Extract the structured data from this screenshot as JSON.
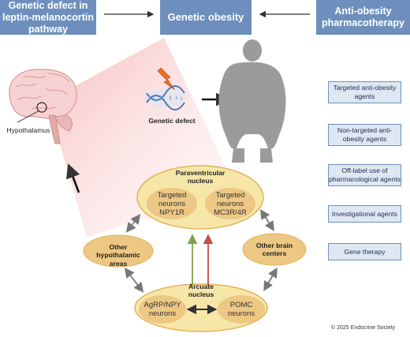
{
  "header": {
    "left": "Genetic defect in leptin-melanocortin pathway",
    "middle": "Genetic obesity",
    "right": "Anti-obesity pharmacotherapy"
  },
  "therapies": [
    "Targeted anti-obesity agents",
    "Non-targeted anti-obesity agents",
    "Off-label use of pharmacological agents",
    "Investigational agents",
    "Gene therapy"
  ],
  "labels": {
    "hypothalamus": "Hypothalamus",
    "genetic_defect": "Genetic defect",
    "paraventricular": "Paraventricular nucleus",
    "pvn_neuron_1": "Targeted neurons NPY1R",
    "pvn_neuron_2": "Targeted neurons MC3R/4R",
    "other_hypothalamic": "Other hypothalamic areas",
    "other_brain": "Other brain centers",
    "arcuate": "Arcuate nucleus",
    "arc_neuron_1": "AgRP/NPY neurons",
    "arc_neuron_2": "POMC neurons"
  },
  "copyright": "© 2025 Endocrine Society",
  "colors": {
    "header_bg": "#6e8fbd",
    "box_bg": "#dfe7f3",
    "ellipse_fill": "#f6e7a8",
    "ellipse_stroke": "#e3b25a",
    "inner_fill": "#edc784",
    "green_arrow": "#7fa04a",
    "red_arrow": "#c0504d"
  }
}
